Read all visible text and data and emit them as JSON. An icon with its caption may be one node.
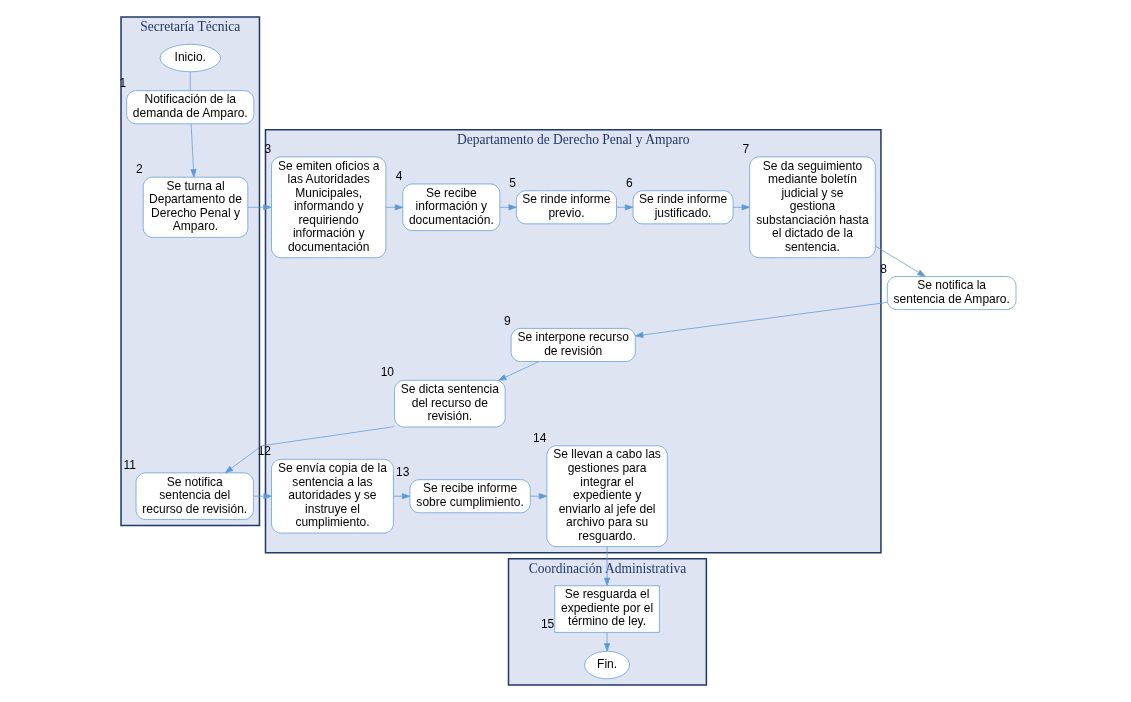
{
  "diagram": {
    "nodes": [
      {
        "text": [
          "Secretaría Técnica"
        ]
      },
      {
        "text": [
          "Departamento de Derecho Penal y Amparo"
        ]
      },
      {
        "text": [
          "Coordinación Administrativa"
        ]
      },
      {
        "text": [
          "Inicio."
        ],
        "in": 0
      },
      {
        "text": [
          "Notificación de la demanda de Amparo."
        ],
        "in": 0,
        "beside": [
          "1"
        ]
      },
      {
        "text": [
          "Se turna al Departamento de Derecho Penal y Amparo."
        ],
        "in": 0,
        "beside": [
          "2"
        ]
      },
      {
        "text": [
          "Se emiten oficios a las Autoridades Municipales, informando y requiriendo información y documentación"
        ],
        "in": 1,
        "beside": [
          "3"
        ]
      },
      {
        "text": [
          "Se recibe información y documentación."
        ],
        "in": 1,
        "beside": [
          "4"
        ]
      },
      {
        "text": [
          "Se rinde informe previo."
        ],
        "in": 1,
        "beside": [
          "5"
        ]
      },
      {
        "text": [
          "Se rinde informe justificado."
        ],
        "in": 1,
        "beside": [
          "6"
        ]
      },
      {
        "text": [
          "Se da seguimiento mediante boletín judicial y se gestiona substanciación hasta el dictado de la sentencia."
        ],
        "in": 1,
        "beside": [
          "7"
        ]
      },
      {
        "text": [
          "Se notifica la sentencia de Amparo."
        ],
        "beside": [
          "8"
        ]
      },
      {
        "text": [
          "Se interpone recurso de revisión"
        ],
        "in": 1,
        "beside": [
          "9"
        ]
      },
      {
        "text": [
          "Se dicta sentencia del recurso de revisión."
        ],
        "in": 1,
        "beside": [
          "10"
        ]
      },
      {
        "text": [
          "Se notifica sentencia del recurso de revisión."
        ],
        "in": 0,
        "beside": [
          "11"
        ]
      },
      {
        "text": [
          "Se envía copia de la sentencia a las autoridades y se instruye el cumplimiento."
        ],
        "in": 1,
        "beside": [
          "12"
        ]
      },
      {
        "text": [
          "Se recibe informe sobre cumplimiento."
        ],
        "in": 1,
        "beside": [
          "13"
        ]
      },
      {
        "text": [
          "Se llevan a cabo las gestiones para integrar el expediente y enviarlo al jefe del archivo para su resguardo."
        ],
        "in": 1,
        "beside": [
          "14"
        ]
      },
      {
        "text": [
          "Se resguarda el expediente por el término de ley."
        ],
        "in": 2,
        "beside": [
          "15"
        ]
      },
      {
        "text": [
          "Fin."
        ],
        "in": 2
      }
    ],
    "edges": [
      {
        "from": 3,
        "to": 4,
        "arrow": "none"
      },
      {
        "from": 4,
        "to": 5,
        "arrow": "to"
      },
      {
        "from": 5,
        "to": 6,
        "arrow": "to"
      },
      {
        "from": 6,
        "to": 7,
        "arrow": "to"
      },
      {
        "from": 7,
        "to": 8,
        "arrow": "to"
      },
      {
        "from": 8,
        "to": 9,
        "arrow": "to"
      },
      {
        "from": 9,
        "to": 10,
        "arrow": "to"
      },
      {
        "from": 10,
        "to": 11,
        "arrow": "to"
      },
      {
        "from": 11,
        "to": 12,
        "arrow": "to"
      },
      {
        "from": 12,
        "to": 13,
        "arrow": "to"
      },
      {
        "from": 13,
        "to": 14,
        "arrow": "to"
      },
      {
        "from": 14,
        "to": 15,
        "arrow": "to"
      },
      {
        "from": 15,
        "to": 16,
        "arrow": "to"
      },
      {
        "from": 16,
        "to": 17,
        "arrow": "to"
      },
      {
        "from": 17,
        "to": 18,
        "arrow": "to"
      },
      {
        "from": 18,
        "to": 19,
        "arrow": "to"
      }
    ]
  }
}
